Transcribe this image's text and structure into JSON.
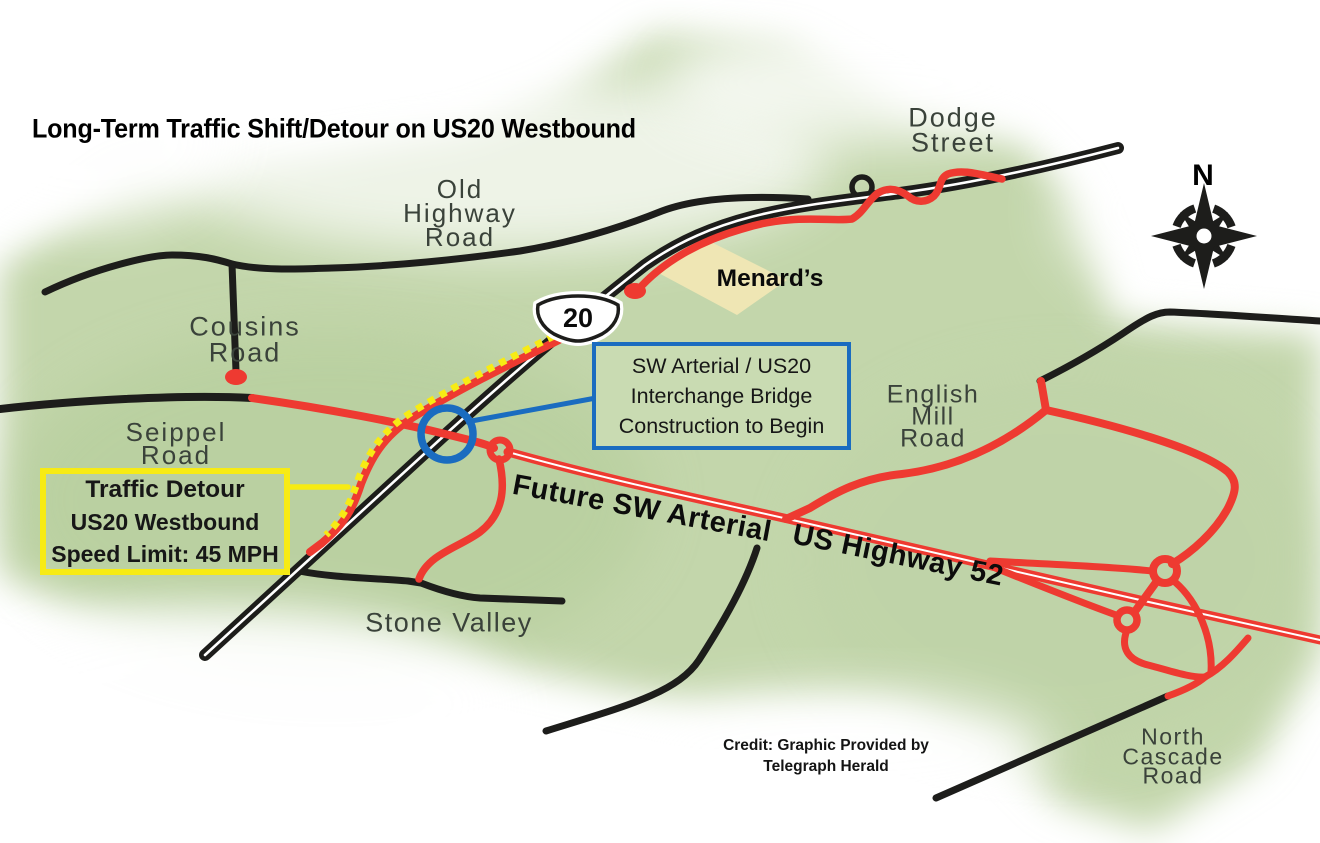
{
  "title": "Long-Term Traffic Shift/Detour on US20 Westbound",
  "compass": {
    "label": "N"
  },
  "route_shield": {
    "number": "20"
  },
  "map_labels": {
    "old_highway_road": "Old\nHighway\nRoad",
    "dodge_street": "Dodge\nStreet",
    "cousins_road": "Cousins\nRoad",
    "seippel_road": "Seippel\nRoad",
    "english_mill_road": "English\nMill\nRoad",
    "stone_valley": "Stone Valley",
    "north_cascade_road": "North\nCascade\nRoad",
    "menards": "Menard’s",
    "future_sw_arterial": "Future SW Arterial",
    "us_highway_52": "US Highway 52"
  },
  "callouts": {
    "interchange": {
      "line1": "SW Arterial / US20",
      "line2": "Interchange Bridge",
      "line3": "Construction to Begin"
    },
    "detour": {
      "line1": "Traffic Detour",
      "line2": "US20 Westbound",
      "line3": "Speed Limit: 45 MPH"
    }
  },
  "credit": {
    "line1": "Credit: Graphic Provided by",
    "line2": "Telegraph Herald"
  },
  "colors": {
    "map_green": "#c3d6ab",
    "road_black": "#1d1d1b",
    "road_red": "#ee3a31",
    "detour_yellow": "#f7eb14",
    "callout_blue": "#1a6cc0",
    "menards_tan": "#efe6b4",
    "label_gray": "#3a423a"
  }
}
